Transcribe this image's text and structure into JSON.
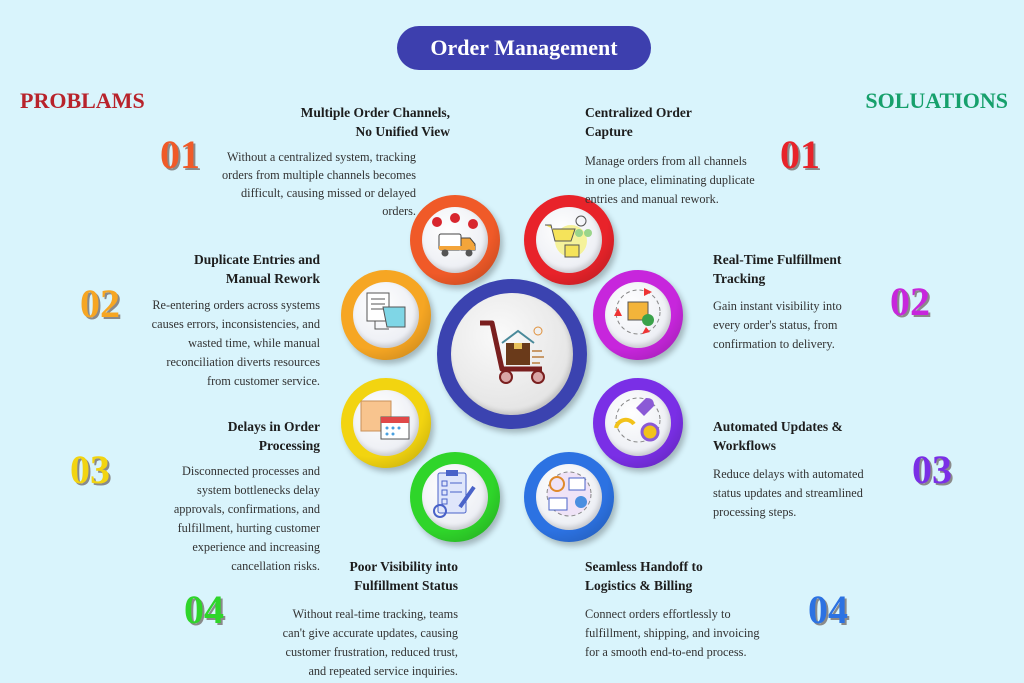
{
  "title": "Order Management",
  "problems_label": "PROBLAMS",
  "solutions_label": "SOLUATIONS",
  "problems": [
    {
      "num": "01",
      "heading": [
        "Multiple Order Channels,",
        "No Unified View"
      ],
      "body": [
        "Without a centralized system, tracking",
        "orders from multiple channels becomes",
        "difficult, causing missed or delayed",
        "orders."
      ],
      "color": "#f05a28",
      "icon": "delivery-truck-locations-icon"
    },
    {
      "num": "02",
      "heading": [
        "Duplicate Entries and",
        "Manual Rework"
      ],
      "body": [
        "Re-entering orders across systems",
        "causes errors, inconsistencies, and",
        "wasted time, while manual",
        "reconciliation diverts resources",
        "from customer service."
      ],
      "color": "#f6a623",
      "icon": "duplicate-documents-icon"
    },
    {
      "num": "03",
      "heading": [
        "Delays in Order",
        "Processing"
      ],
      "body": [
        "Disconnected processes and",
        "system bottlenecks delay",
        "approvals, confirmations, and",
        "fulfillment, hurting customer",
        "experience and increasing",
        "cancellation risks."
      ],
      "color": "#f2d410",
      "icon": "boxes-calendar-icon"
    },
    {
      "num": "04",
      "heading": [
        "Poor Visibility into",
        "Fulfillment Status"
      ],
      "body": [
        "Without real-time tracking, teams",
        "can't give accurate updates, causing",
        "customer frustration, reduced trust,",
        "and repeated service inquiries."
      ],
      "color": "#2fd52a",
      "icon": "clipboard-checklist-icon"
    }
  ],
  "solutions": [
    {
      "num": "01",
      "heading": [
        "Centralized Order",
        "Capture"
      ],
      "body": [
        "Manage orders from all channels",
        "in one place, eliminating duplicate",
        "entries and manual rework."
      ],
      "color": "#e8232a",
      "icon": "shopping-cart-customers-icon"
    },
    {
      "num": "02",
      "heading": [
        "Real-Time Fulfillment",
        "Tracking"
      ],
      "body": [
        "Gain instant visibility into",
        "every order's status, from",
        "confirmation to delivery."
      ],
      "color": "#c726dc",
      "icon": "package-cycle-icon"
    },
    {
      "num": "03",
      "heading": [
        "Automated Updates &",
        "Workflows"
      ],
      "body": [
        "Reduce delays with automated",
        "status updates and streamlined",
        "processing steps."
      ],
      "color": "#7a2fe6",
      "icon": "rocket-gear-icon"
    },
    {
      "num": "04",
      "heading": [
        "Seamless Handoff to",
        "Logistics & Billing"
      ],
      "body": [
        "Connect orders effortlessly to",
        "fulfillment, shipping, and invoicing",
        "for a smooth end-to-end process."
      ],
      "color": "#2c72e2",
      "icon": "logistics-billing-icon"
    }
  ],
  "colors": {
    "title_bg": "#3d3fae",
    "problems": "#b8232b",
    "solutions": "#17a06c",
    "center_ring": "#3b43b0",
    "background": "#d9f4fc"
  }
}
